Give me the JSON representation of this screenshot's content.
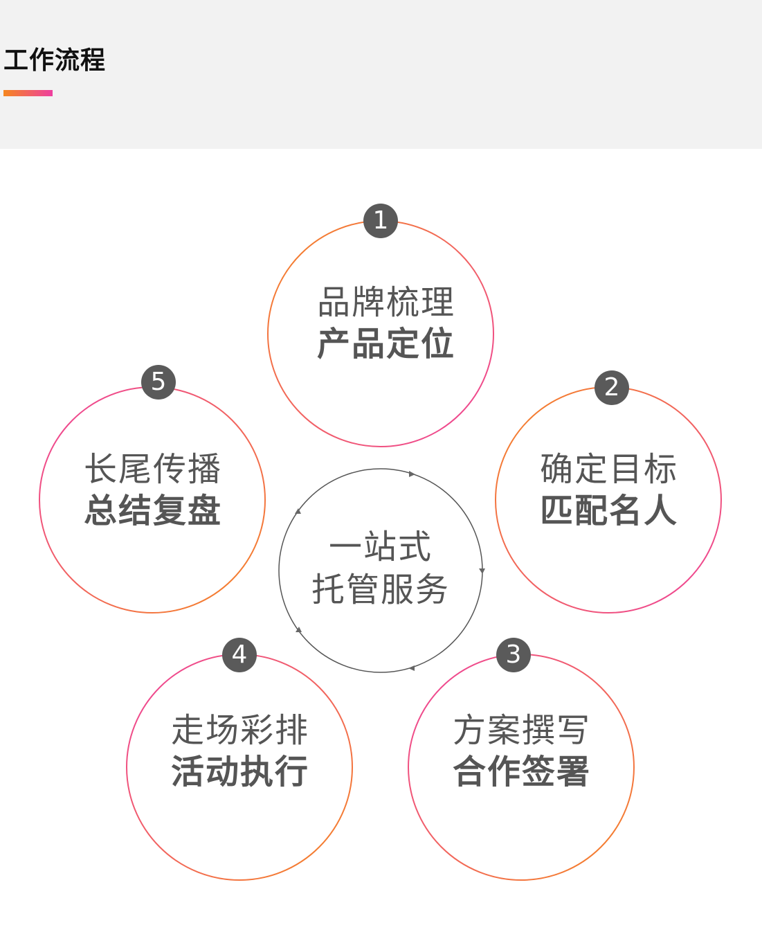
{
  "header": {
    "title": "工作流程"
  },
  "colors": {
    "header_bg": "#f2f2f2",
    "accent_orange": "#f5871f",
    "accent_pink": "#ee3fa0",
    "badge_bg": "#5a5a5a",
    "text_gray": "#555555",
    "center_ring": "#555555"
  },
  "center": {
    "line1": "一站式",
    "line2": "托管服务"
  },
  "steps": [
    {
      "number": "1",
      "line1": "品牌梳理",
      "line2": "产品定位"
    },
    {
      "number": "2",
      "line1": "确定目标",
      "line2": "匹配名人"
    },
    {
      "number": "3",
      "line1": "方案撰写",
      "line2": "合作签署"
    },
    {
      "number": "4",
      "line1": "走场彩排",
      "line2": "活动执行"
    },
    {
      "number": "5",
      "line1": "长尾传播",
      "line2": "总结复盘"
    }
  ]
}
